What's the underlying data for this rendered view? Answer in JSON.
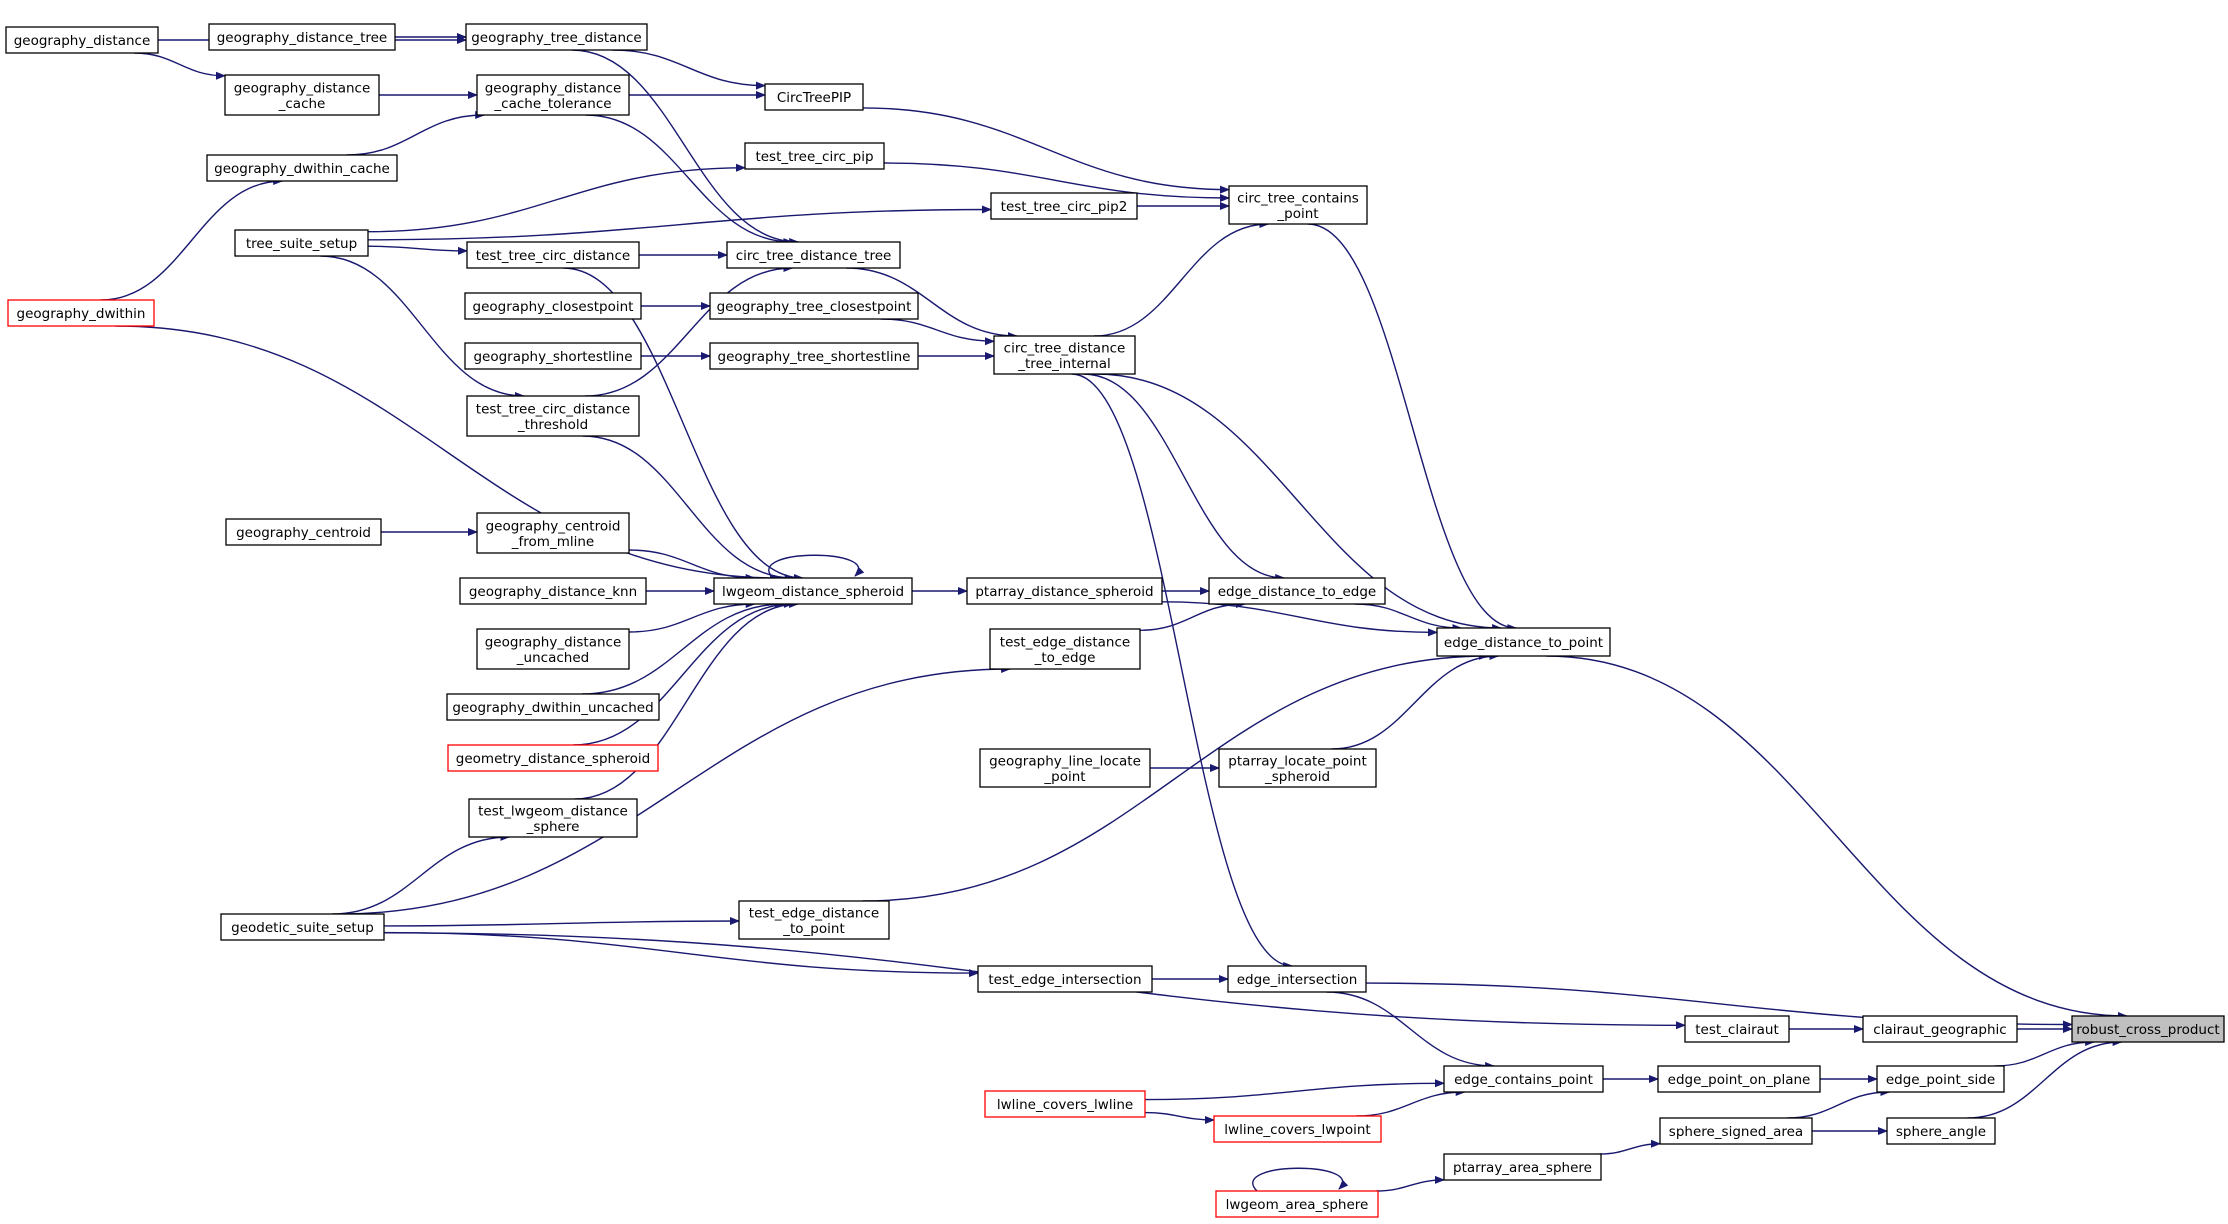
{
  "nodes": [
    {
      "id": "robust_cross_product",
      "lines": [
        "robust_cross_product"
      ],
      "style": "root"
    },
    {
      "id": "clairaut_geographic",
      "lines": [
        "clairaut_geographic"
      ]
    },
    {
      "id": "test_clairaut",
      "lines": [
        "test_clairaut"
      ]
    },
    {
      "id": "edge_distance_to_point",
      "lines": [
        "edge_distance_to_point"
      ]
    },
    {
      "id": "edge_intersection",
      "lines": [
        "edge_intersection"
      ]
    },
    {
      "id": "edge_point_side",
      "lines": [
        "edge_point_side"
      ]
    },
    {
      "id": "edge_point_on_plane",
      "lines": [
        "edge_point_on_plane"
      ]
    },
    {
      "id": "edge_contains_point",
      "lines": [
        "edge_contains_point"
      ]
    },
    {
      "id": "sphere_angle",
      "lines": [
        "sphere_angle"
      ]
    },
    {
      "id": "sphere_signed_area",
      "lines": [
        "sphere_signed_area"
      ]
    },
    {
      "id": "ptarray_area_sphere",
      "lines": [
        "ptarray_area_sphere"
      ]
    },
    {
      "id": "lwgeom_area_sphere",
      "lines": [
        "lwgeom_area_sphere"
      ],
      "style": "trunc"
    },
    {
      "id": "lwline_covers_lwpoint",
      "lines": [
        "lwline_covers_lwpoint"
      ],
      "style": "trunc"
    },
    {
      "id": "lwline_covers_lwline",
      "lines": [
        "lwline_covers_lwline"
      ],
      "style": "trunc"
    },
    {
      "id": "test_edge_intersection",
      "lines": [
        "test_edge_intersection"
      ]
    },
    {
      "id": "geodetic_suite_setup",
      "lines": [
        "geodetic_suite_setup"
      ]
    },
    {
      "id": "circ_tree_contains_point",
      "lines": [
        "circ_tree_contains",
        "_point"
      ]
    },
    {
      "id": "circ_tree_distance_tree_internal",
      "lines": [
        "circ_tree_distance",
        "_tree_internal"
      ]
    },
    {
      "id": "edge_distance_to_edge",
      "lines": [
        "edge_distance_to_edge"
      ]
    },
    {
      "id": "ptarray_distance_spheroid",
      "lines": [
        "ptarray_distance_spheroid"
      ]
    },
    {
      "id": "ptarray_locate_point_spheroid",
      "lines": [
        "ptarray_locate_point",
        "_spheroid"
      ]
    },
    {
      "id": "geography_line_locate_point",
      "lines": [
        "geography_line_locate",
        "_point"
      ]
    },
    {
      "id": "test_edge_distance_to_edge",
      "lines": [
        "test_edge_distance",
        "_to_edge"
      ]
    },
    {
      "id": "test_edge_distance_to_point",
      "lines": [
        "test_edge_distance",
        "_to_point"
      ]
    },
    {
      "id": "lwgeom_distance_spheroid",
      "lines": [
        "lwgeom_distance_spheroid"
      ]
    },
    {
      "id": "geography_centroid_from_mline",
      "lines": [
        "geography_centroid",
        "_from_mline"
      ]
    },
    {
      "id": "geography_centroid",
      "lines": [
        "geography_centroid"
      ]
    },
    {
      "id": "geography_distance_knn",
      "lines": [
        "geography_distance_knn"
      ]
    },
    {
      "id": "geography_distance_uncached",
      "lines": [
        "geography_distance",
        "_uncached"
      ]
    },
    {
      "id": "geography_dwithin_uncached",
      "lines": [
        "geography_dwithin_uncached"
      ]
    },
    {
      "id": "geometry_distance_spheroid",
      "lines": [
        "geometry_distance_spheroid"
      ],
      "style": "trunc"
    },
    {
      "id": "test_lwgeom_distance_sphere",
      "lines": [
        "test_lwgeom_distance",
        "_sphere"
      ]
    },
    {
      "id": "geography_dwithin",
      "lines": [
        "geography_dwithin"
      ],
      "style": "trunc"
    },
    {
      "id": "test_tree_circ_distance_threshold",
      "lines": [
        "test_tree_circ_distance",
        "_threshold"
      ]
    },
    {
      "id": "tree_suite_setup",
      "lines": [
        "tree_suite_setup"
      ]
    },
    {
      "id": "geography_tree_shortestline",
      "lines": [
        "geography_tree_shortestline"
      ]
    },
    {
      "id": "geography_shortestline",
      "lines": [
        "geography_shortestline"
      ]
    },
    {
      "id": "geography_tree_closestpoint",
      "lines": [
        "geography_tree_closestpoint"
      ]
    },
    {
      "id": "geography_closestpoint",
      "lines": [
        "geography_closestpoint"
      ]
    },
    {
      "id": "circ_tree_distance_tree",
      "lines": [
        "circ_tree_distance_tree"
      ]
    },
    {
      "id": "test_tree_circ_distance",
      "lines": [
        "test_tree_circ_distance"
      ]
    },
    {
      "id": "test_tree_circ_pip2",
      "lines": [
        "test_tree_circ_pip2"
      ]
    },
    {
      "id": "test_tree_circ_pip",
      "lines": [
        "test_tree_circ_pip"
      ]
    },
    {
      "id": "CircTreePIP",
      "lines": [
        "CircTreePIP"
      ]
    },
    {
      "id": "geography_distance_cache_tolerance",
      "lines": [
        "geography_distance",
        "_cache_tolerance"
      ]
    },
    {
      "id": "geography_distance_cache",
      "lines": [
        "geography_distance",
        "_cache"
      ]
    },
    {
      "id": "geography_dwithin_cache",
      "lines": [
        "geography_dwithin_cache"
      ]
    },
    {
      "id": "geography_tree_distance",
      "lines": [
        "geography_tree_distance"
      ]
    },
    {
      "id": "geography_distance_tree",
      "lines": [
        "geography_distance_tree"
      ]
    },
    {
      "id": "geography_distance",
      "lines": [
        "geography_distance"
      ]
    }
  ],
  "edges": [
    [
      "clairaut_geographic",
      "robust_cross_product"
    ],
    [
      "test_clairaut",
      "clairaut_geographic"
    ],
    [
      "geodetic_suite_setup",
      "test_clairaut"
    ],
    [
      "edge_distance_to_point",
      "robust_cross_product"
    ],
    [
      "edge_intersection",
      "robust_cross_product"
    ],
    [
      "edge_point_side",
      "robust_cross_product"
    ],
    [
      "sphere_angle",
      "robust_cross_product"
    ],
    [
      "edge_point_on_plane",
      "edge_point_side"
    ],
    [
      "sphere_signed_area",
      "edge_point_side"
    ],
    [
      "edge_contains_point",
      "edge_point_on_plane"
    ],
    [
      "sphere_signed_area",
      "sphere_angle"
    ],
    [
      "ptarray_area_sphere",
      "sphere_signed_area"
    ],
    [
      "lwgeom_area_sphere",
      "ptarray_area_sphere"
    ],
    [
      "lwgeom_area_sphere",
      "lwgeom_area_sphere"
    ],
    [
      "edge_intersection",
      "edge_contains_point"
    ],
    [
      "lwline_covers_lwline",
      "edge_contains_point"
    ],
    [
      "lwline_covers_lwpoint",
      "edge_contains_point"
    ],
    [
      "lwline_covers_lwline",
      "lwline_covers_lwpoint"
    ],
    [
      "test_edge_intersection",
      "edge_intersection"
    ],
    [
      "geodetic_suite_setup",
      "test_edge_intersection"
    ],
    [
      "circ_tree_distance_tree_internal",
      "edge_intersection"
    ],
    [
      "circ_tree_contains_point",
      "edge_distance_to_point"
    ],
    [
      "circ_tree_distance_tree_internal",
      "edge_distance_to_point"
    ],
    [
      "edge_distance_to_edge",
      "edge_distance_to_point"
    ],
    [
      "ptarray_distance_spheroid",
      "edge_distance_to_point"
    ],
    [
      "ptarray_locate_point_spheroid",
      "edge_distance_to_point"
    ],
    [
      "test_edge_distance_to_point",
      "edge_distance_to_point"
    ],
    [
      "geography_line_locate_point",
      "ptarray_locate_point_spheroid"
    ],
    [
      "circ_tree_distance_tree_internal",
      "edge_distance_to_edge"
    ],
    [
      "ptarray_distance_spheroid",
      "edge_distance_to_edge"
    ],
    [
      "test_edge_distance_to_edge",
      "edge_distance_to_edge"
    ],
    [
      "geodetic_suite_setup",
      "test_edge_distance_to_edge"
    ],
    [
      "geodetic_suite_setup",
      "test_edge_distance_to_point"
    ],
    [
      "lwgeom_distance_spheroid",
      "ptarray_distance_spheroid"
    ],
    [
      "lwgeom_distance_spheroid",
      "lwgeom_distance_spheroid"
    ],
    [
      "geography_centroid_from_mline",
      "lwgeom_distance_spheroid"
    ],
    [
      "geography_centroid",
      "geography_centroid_from_mline"
    ],
    [
      "geography_distance_knn",
      "lwgeom_distance_spheroid"
    ],
    [
      "geography_distance_uncached",
      "lwgeom_distance_spheroid"
    ],
    [
      "geography_dwithin_uncached",
      "lwgeom_distance_spheroid"
    ],
    [
      "geometry_distance_spheroid",
      "lwgeom_distance_spheroid"
    ],
    [
      "test_lwgeom_distance_sphere",
      "lwgeom_distance_spheroid"
    ],
    [
      "geodetic_suite_setup",
      "test_lwgeom_distance_sphere"
    ],
    [
      "geography_dwithin",
      "lwgeom_distance_spheroid"
    ],
    [
      "test_tree_circ_distance_threshold",
      "lwgeom_distance_spheroid"
    ],
    [
      "test_tree_circ_distance",
      "lwgeom_distance_spheroid"
    ],
    [
      "geography_distance_cache_tolerance",
      "circ_tree_distance_tree"
    ],
    [
      "geography_tree_distance",
      "circ_tree_distance_tree"
    ],
    [
      "circ_tree_distance_tree",
      "circ_tree_distance_tree_internal"
    ],
    [
      "geography_tree_closestpoint",
      "circ_tree_distance_tree_internal"
    ],
    [
      "geography_tree_shortestline",
      "circ_tree_distance_tree_internal"
    ],
    [
      "geography_closestpoint",
      "geography_tree_closestpoint"
    ],
    [
      "geography_shortestline",
      "geography_tree_shortestline"
    ],
    [
      "test_tree_circ_distance",
      "circ_tree_distance_tree"
    ],
    [
      "test_tree_circ_distance_threshold",
      "circ_tree_distance_tree"
    ],
    [
      "tree_suite_setup",
      "test_tree_circ_distance"
    ],
    [
      "tree_suite_setup",
      "test_tree_circ_distance_threshold"
    ],
    [
      "tree_suite_setup",
      "test_tree_circ_pip2"
    ],
    [
      "tree_suite_setup",
      "test_tree_circ_pip"
    ],
    [
      "test_tree_circ_pip2",
      "circ_tree_contains_point"
    ],
    [
      "test_tree_circ_pip",
      "circ_tree_contains_point"
    ],
    [
      "CircTreePIP",
      "circ_tree_contains_point"
    ],
    [
      "circ_tree_distance_tree_internal",
      "circ_tree_contains_point"
    ],
    [
      "geography_distance_cache_tolerance",
      "CircTreePIP"
    ],
    [
      "geography_tree_distance",
      "CircTreePIP"
    ],
    [
      "geography_distance_cache",
      "geography_distance_cache_tolerance"
    ],
    [
      "geography_dwithin_cache",
      "geography_distance_cache_tolerance"
    ],
    [
      "geography_dwithin",
      "geography_dwithin_cache"
    ],
    [
      "geography_distance",
      "geography_distance_cache"
    ],
    [
      "geography_distance_tree",
      "geography_tree_distance"
    ],
    [
      "geography_distance",
      "geography_tree_distance"
    ]
  ],
  "colors": {
    "edge": "#191970",
    "node_border": "#000000",
    "truncated_border": "#ff0000",
    "highlight_fill": "#bfbfbf"
  }
}
